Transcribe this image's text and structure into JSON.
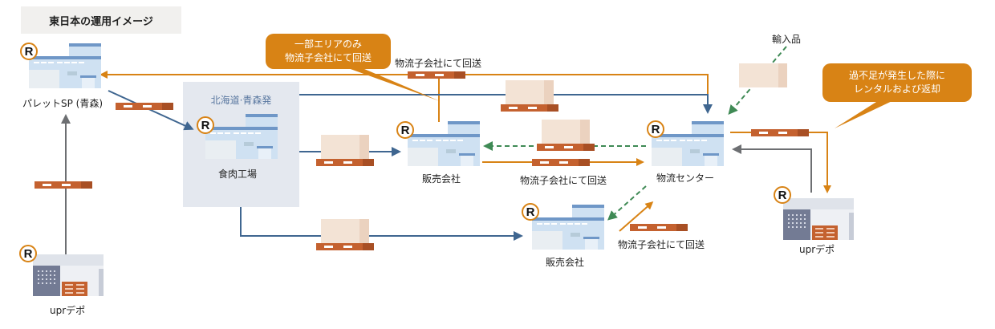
{
  "title": "東日本の運用イメージ",
  "region": {
    "label": "北海道·青森発"
  },
  "nodes": {
    "pallet_sp": {
      "label": "パレットSP (青森)"
    },
    "meat_factory": {
      "label": "食肉工場"
    },
    "sales_company_1": {
      "label": "販売会社"
    },
    "sales_company_2": {
      "label": "販売会社"
    },
    "logistics_center": {
      "label": "物流センター"
    },
    "upr_depot_left": {
      "label": "uprデポ"
    },
    "upr_depot_right": {
      "label": "uprデポ"
    }
  },
  "labels": {
    "return_top": "物流子会社にて回送",
    "return_mid": "物流子会社にて回送",
    "return_bottom": "物流子会社にて回送",
    "imports": "輸入品"
  },
  "callouts": {
    "partial_area": [
      "一部エリアのみ",
      "物流子会社にて回送"
    ],
    "rental": [
      "過不足が発生した際に",
      "レンタルおよび返却"
    ]
  },
  "badge_letter": "R",
  "colors": {
    "orange": "#d88315",
    "blue": "#3f6690",
    "green": "#3f8a55",
    "gray": "#6d6f72",
    "pallet": "#c4612f",
    "box": "#f3e3d5",
    "region_bg": "#e4e8ef"
  }
}
